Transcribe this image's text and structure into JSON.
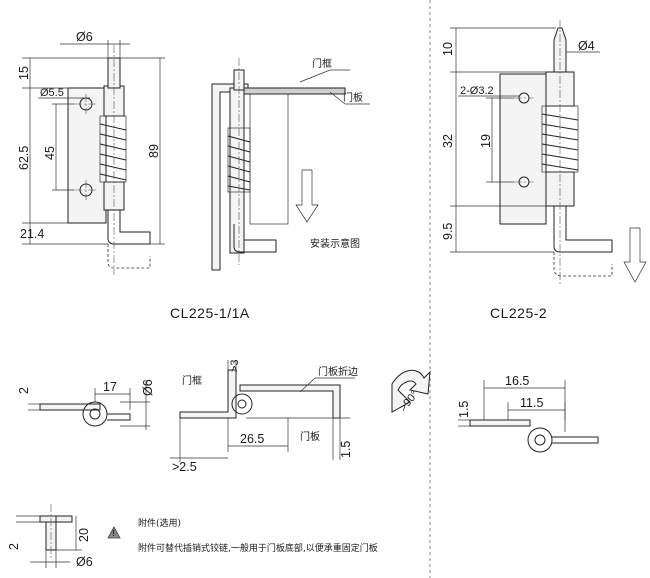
{
  "models": {
    "left": "CL225-1/1A",
    "right": "CL225-2"
  },
  "dims": {
    "pin_dia_left": "Ø6",
    "hole_dia": "Ø5.5",
    "d15": "15",
    "d62_5": "62.5",
    "d45": "45",
    "d89": "89",
    "d21_4": "21.4",
    "pin_dia_right": "Ø4",
    "holes_right": "2-Ø3.2",
    "d10": "10",
    "d32": "32",
    "d19": "19",
    "d9_5": "9.5",
    "d2a": "2",
    "d17": "17",
    "d6_top": "Ø6",
    "d_gt3": ">3",
    "d26_5": "26.5",
    "d_gt2_5": ">2.5",
    "d1_5a": "1.5",
    "d_gt90": ">90°",
    "d16_5": "16.5",
    "d11_5": "11.5",
    "d1_5b": "1.5",
    "d2b": "2",
    "d20": "20",
    "d6_bottom": "Ø6"
  },
  "labels": {
    "frame_top": "门框",
    "door_top": "门板",
    "install_diagram": "安装示意图",
    "frame_bottom": "门框",
    "door_fold": "门板折边",
    "door_bottom": "门板"
  },
  "note": {
    "title": "附件(选用)",
    "text": "附件可替代插销式铰链,一般用于门板底部,以便承重固定门板"
  }
}
